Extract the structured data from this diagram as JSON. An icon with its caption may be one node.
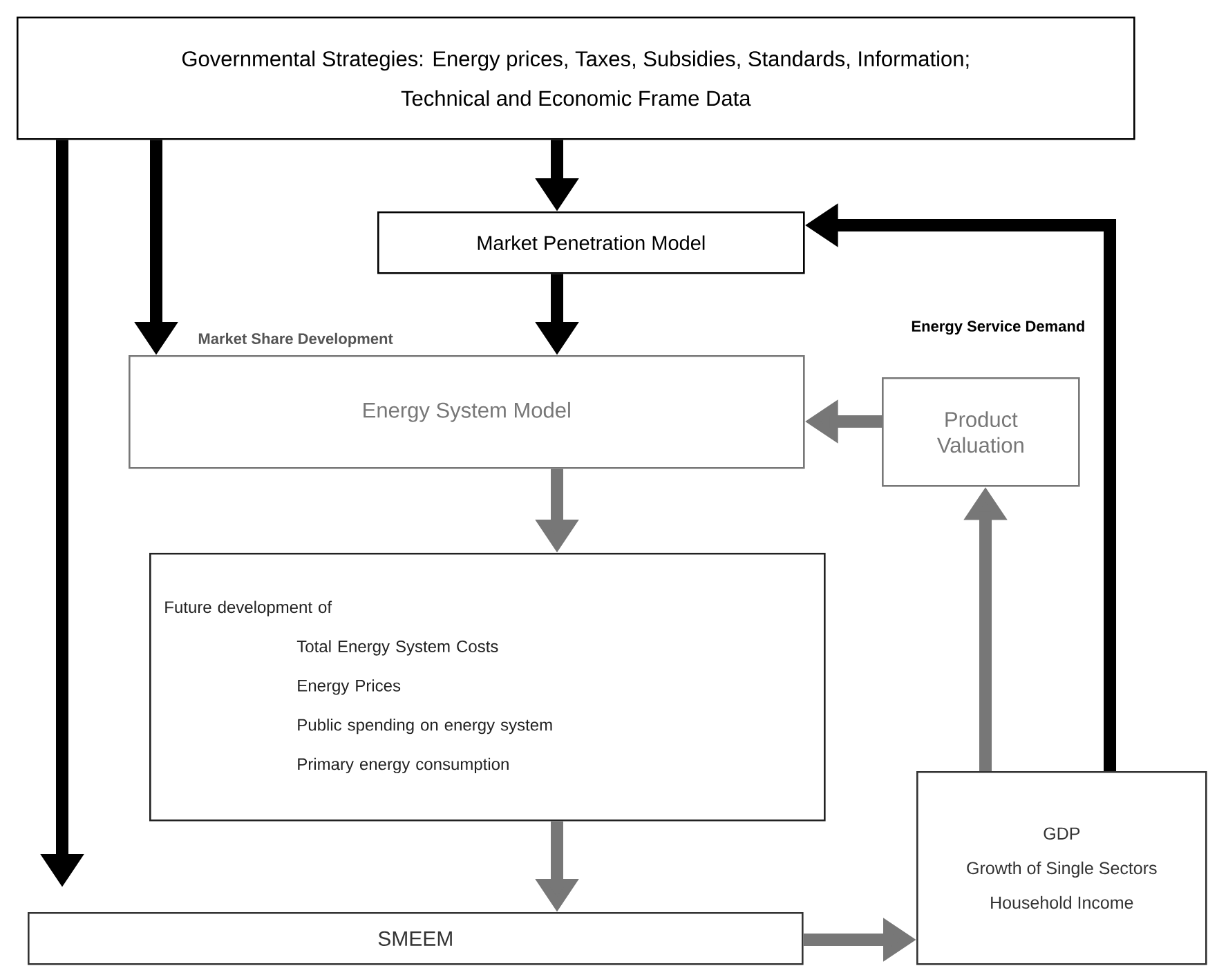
{
  "diagram": {
    "nodes": [
      {
        "text": [
          "Governmental Strategies: Energy prices, Taxes, Subsidies, Standards, Information;",
          "Technical and Economic Frame Data"
        ]
      },
      {
        "text": [
          "Market Penetration Model"
        ]
      },
      {
        "text": [
          "Energy System Model"
        ]
      },
      {
        "text": [
          "Product Valuation"
        ]
      },
      {
        "text": [
          "Future development of",
          "Total Energy System Costs",
          "Energy Prices",
          "Public spending on energy system",
          "Primary energy consumption"
        ]
      },
      {
        "text": [
          "GDP",
          "Growth of Single Sectors",
          "Household Income"
        ]
      },
      {
        "text": [
          "SMEEM"
        ]
      }
    ],
    "edges": [
      {
        "from": 0,
        "to": 1,
        "arrow": "to"
      },
      {
        "from": 0,
        "to": 2,
        "arrow": "to",
        "label": "Market Share Development"
      },
      {
        "from": 1,
        "to": 2,
        "arrow": "to"
      },
      {
        "from": 3,
        "to": 2,
        "arrow": "to",
        "color": "#777777"
      },
      {
        "from": 2,
        "to": 4,
        "arrow": "to",
        "color": "#777777"
      },
      {
        "from": 4,
        "to": 6,
        "arrow": "to",
        "color": "#777777"
      },
      {
        "from": 0,
        "to": 6,
        "arrow": "to"
      },
      {
        "from": 6,
        "to": 5,
        "arrow": "to",
        "color": "#777777"
      },
      {
        "from": 5,
        "to": 3,
        "arrow": "to",
        "color": "#777777"
      },
      {
        "from": 5,
        "to": 1,
        "arrow": "to",
        "label": "Energy Service Demand"
      }
    ]
  }
}
